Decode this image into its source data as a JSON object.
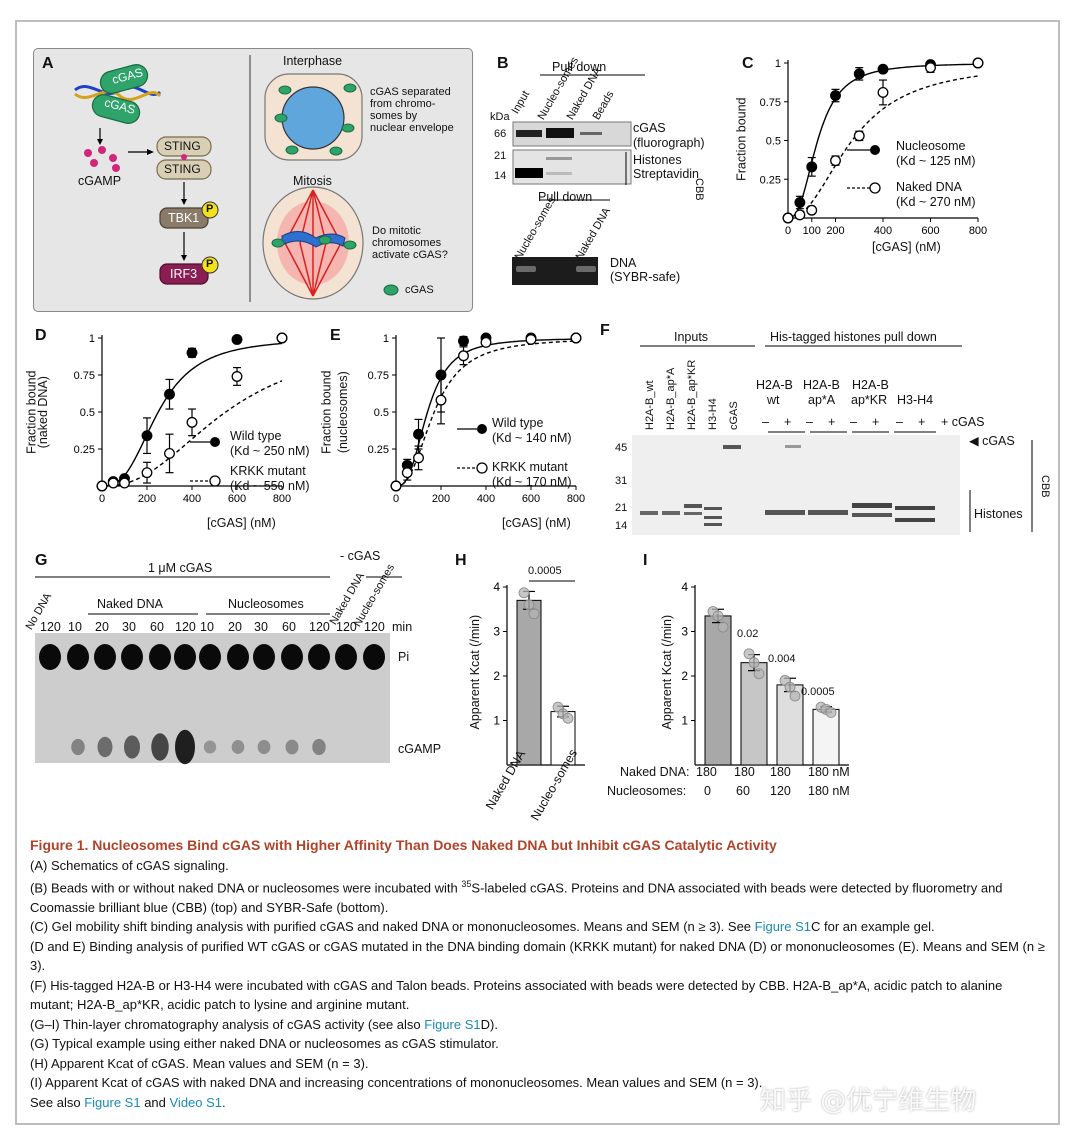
{
  "panelA": {
    "label": "A",
    "cgas_blob": "cGAS",
    "cgamp": "cGAMP",
    "sting": "STING",
    "tbk1": "TBK1",
    "irf3": "IRF3",
    "p": "P",
    "interphase": "Interphase",
    "interphase_note": [
      "cGAS separated",
      "from chromo-",
      "somes by",
      "nuclear envelope"
    ],
    "mitosis": "Mitosis",
    "mitosis_note": [
      "Do mitotic",
      "chromosomes",
      "activate cGAS?"
    ],
    "legend": "cGAS"
  },
  "panelB": {
    "label": "B",
    "pulldown": "Pull down",
    "cols": [
      "Input",
      "Nucleo-somes",
      "Naked DNA",
      "Beads"
    ],
    "kda": "kDa",
    "markers": [
      "66",
      "21",
      "14"
    ],
    "r1": [
      "cGAS",
      "(fluorograph)"
    ],
    "r2": "Histones",
    "r3": "Streptavidin",
    "cbb": "CBB",
    "pulldown2": "Pull down",
    "cols2": [
      "Nucleo-somes",
      "Naked DNA"
    ],
    "dna": [
      "DNA",
      "(SYBR-safe)"
    ]
  },
  "panelC": {
    "label": "C",
    "ylabel": "Fraction bound",
    "xlabel": "[cGAS] (nM)",
    "legend1": [
      "Nucleosome",
      "(Kd ~ 125 nM)"
    ],
    "legend2": [
      "Naked DNA",
      "(Kd ~ 270 nM)"
    ]
  },
  "panelD": {
    "label": "D",
    "ylabel": [
      "Fraction bound",
      "(naked DNA)"
    ],
    "xlabel": "[cGAS] (nM)",
    "legend1": [
      "Wild type",
      "(Kd ~ 250 nM)"
    ],
    "legend2": [
      "KRKK mutant",
      "(Kd ~ 550 nM)"
    ]
  },
  "panelE": {
    "label": "E",
    "ylabel": [
      "Fraction bound",
      "(nucleosomes)"
    ],
    "xlabel": "[cGAS] (nM)",
    "legend1": [
      "Wild type",
      "(Kd ~ 140 nM)"
    ],
    "legend2": [
      "KRKK mutant",
      "(Kd ~ 170 nM)"
    ]
  },
  "panelF": {
    "label": "F",
    "inputs": "Inputs",
    "pulldown": "His-tagged histones pull down",
    "input_lanes": [
      "H2A-B_wt",
      "H2A-B_ap*A",
      "H2A-B_ap*KR",
      "H3-H4",
      "cGAS"
    ],
    "groups": [
      [
        "H2A-B",
        "wt"
      ],
      [
        "H2A-B",
        "ap*A"
      ],
      [
        "H2A-B",
        "ap*KR"
      ],
      [
        "H3-H4",
        ""
      ]
    ],
    "minus": "–",
    "plus": "+",
    "cgas_sign": "+ cGAS",
    "markers": [
      "45",
      "31",
      "21",
      "14"
    ],
    "cgas_arrow": "◀ cGAS",
    "histones": "Histones",
    "cbb": "CBB"
  },
  "panelG": {
    "label": "G",
    "um_cgas": "1 μM cGAS",
    "no_cgas": "- cGAS",
    "no_dna": "No DNA",
    "naked": "Naked DNA",
    "nucleo": "Nucleosomes",
    "naked2": "Naked DNA",
    "nucleo2": "Nucleo-somes",
    "times": [
      "120",
      "10",
      "20",
      "30",
      "60",
      "120",
      "10",
      "20",
      "30",
      "60",
      "120",
      "120",
      "120"
    ],
    "min": "min",
    "pi": "Pi",
    "cgamp": "cGAMP"
  },
  "panelH": {
    "label": "H",
    "pvalue": "0.0005",
    "ylabel": "Apparent Kcat (/min)",
    "cats": [
      "Naked DNA",
      "Nucleo-somes"
    ]
  },
  "panelI": {
    "label": "I",
    "ylabel": "Apparent Kcat (/min)",
    "pvalues": [
      "0.02",
      "0.004",
      "0.0005"
    ],
    "row1_label": "Naked DNA:",
    "row1": [
      "180",
      "180",
      "180",
      "180 nM"
    ],
    "row2_label": "Nucleosomes:",
    "row2": [
      "0",
      "60",
      "120",
      "180 nM"
    ]
  },
  "chart_data": [
    {
      "type": "scatter",
      "panel": "C",
      "xlabel": "[cGAS] (nM)",
      "ylabel": "Fraction bound",
      "xlim": [
        0,
        800
      ],
      "ylim": [
        0,
        1
      ],
      "xticks": [
        0,
        100,
        200,
        400,
        600,
        800
      ],
      "yticks": [
        0.25,
        0.5,
        0.75,
        1
      ],
      "series": [
        {
          "name": "Nucleosome",
          "x": [
            0,
            50,
            100,
            200,
            300,
            400,
            600,
            800
          ],
          "y": [
            0,
            0.1,
            0.33,
            0.79,
            0.93,
            0.96,
            0.99,
            1.0
          ],
          "err": [
            0,
            0.04,
            0.06,
            0.04,
            0.04,
            0.02,
            0.02,
            0
          ]
        },
        {
          "name": "Naked DNA",
          "x": [
            0,
            50,
            100,
            200,
            300,
            400,
            600,
            800
          ],
          "y": [
            0,
            0.02,
            0.05,
            0.37,
            0.53,
            0.81,
            0.97,
            1.0
          ],
          "err": [
            0,
            0.02,
            0.02,
            0.03,
            0.03,
            0.08,
            0.03,
            0
          ]
        }
      ]
    },
    {
      "type": "scatter",
      "panel": "D",
      "xlabel": "[cGAS] (nM)",
      "ylabel": "Fraction bound (naked DNA)",
      "xlim": [
        0,
        800
      ],
      "ylim": [
        0,
        1
      ],
      "xticks": [
        0,
        200,
        400,
        600,
        800
      ],
      "yticks": [
        0.25,
        0.5,
        0.75,
        1
      ],
      "series": [
        {
          "name": "Wild type",
          "x": [
            0,
            50,
            100,
            200,
            300,
            400,
            600,
            800
          ],
          "y": [
            0,
            0.03,
            0.05,
            0.34,
            0.62,
            0.9,
            0.99,
            1.0
          ],
          "err": [
            0,
            0.02,
            0.02,
            0.12,
            0.1,
            0.03,
            0.02,
            0
          ]
        },
        {
          "name": "KRKK mutant",
          "x": [
            0,
            50,
            100,
            200,
            300,
            400,
            600,
            800
          ],
          "y": [
            0,
            0.02,
            0.02,
            0.09,
            0.22,
            0.43,
            0.74,
            1.0
          ],
          "err": [
            0,
            0.02,
            0.02,
            0.07,
            0.13,
            0.09,
            0.06,
            0
          ]
        }
      ]
    },
    {
      "type": "scatter",
      "panel": "E",
      "xlabel": "[cGAS] (nM)",
      "ylabel": "Fraction bound (nucleosomes)",
      "xlim": [
        0,
        800
      ],
      "ylim": [
        0,
        1
      ],
      "xticks": [
        0,
        200,
        400,
        600,
        800
      ],
      "yticks": [
        0.25,
        0.5,
        0.75,
        1
      ],
      "series": [
        {
          "name": "Wild type",
          "x": [
            0,
            50,
            100,
            200,
            300,
            400,
            600,
            800
          ],
          "y": [
            0,
            0.14,
            0.35,
            0.75,
            0.98,
            1.0,
            1.0,
            1.0
          ],
          "err": [
            0,
            0.04,
            0.1,
            0.25,
            0.03,
            0.01,
            0.01,
            0
          ]
        },
        {
          "name": "KRKK mutant",
          "x": [
            0,
            50,
            100,
            200,
            300,
            400,
            600,
            800
          ],
          "y": [
            0,
            0.09,
            0.19,
            0.58,
            0.88,
            0.97,
            0.99,
            1.0
          ],
          "err": [
            0,
            0.05,
            0.08,
            0.16,
            0.06,
            0.02,
            0.01,
            0
          ]
        }
      ]
    },
    {
      "type": "bar",
      "panel": "H",
      "categories": [
        "Naked DNA",
        "Nucleo-somes"
      ],
      "values": [
        3.7,
        1.2
      ],
      "err": [
        0.2,
        0.12
      ],
      "points": [
        [
          3.87,
          3.6,
          3.4
        ],
        [
          1.3,
          1.15,
          1.05
        ]
      ],
      "ylabel": "Apparent Kcat (/min)",
      "ylim": [
        0,
        4
      ],
      "yticks": [
        1,
        2,
        3,
        4
      ]
    },
    {
      "type": "bar",
      "panel": "I",
      "categories": [
        "0",
        "60",
        "120",
        "180"
      ],
      "values": [
        3.35,
        2.3,
        1.8,
        1.25
      ],
      "err": [
        0.15,
        0.18,
        0.15,
        0.06
      ],
      "points": [
        [
          3.45,
          3.35,
          3.1
        ],
        [
          2.5,
          2.3,
          2.05
        ],
        [
          1.9,
          1.75,
          1.55
        ],
        [
          1.3,
          1.25,
          1.18
        ]
      ],
      "ylabel": "Apparent Kcat (/min)",
      "ylim": [
        0,
        4
      ],
      "yticks": [
        1,
        2,
        3,
        4
      ]
    }
  ],
  "caption": {
    "title": "Figure 1.  Nucleosomes Bind cGAS with Higher Affinity Than Does Naked DNA but Inhibit cGAS Catalytic Activity",
    "a": "(A) Schematics of cGAS signaling.",
    "b1": "(B) Beads with or without naked DNA or nucleosomes were incubated with ",
    "b_sup": "35",
    "b2": "S-labeled cGAS. Proteins and DNA associated with beads were detected by fluorometry and Coomassie brilliant blue (CBB) (top) and SYBR-Safe (bottom).",
    "c1": "(C) Gel mobility shift binding analysis with purified cGAS and naked DNA or mononucleosomes. Means and SEM (n ≥ 3). See ",
    "c_link": "Figure S1",
    "c2": "C for an example gel.",
    "de": "(D and E) Binding analysis of purified WT cGAS or cGAS mutated in the DNA binding domain (KRKK mutant) for naked DNA (D) or mononucleosomes (E). Means and SEM (n ≥ 3).",
    "f": "(F) His-tagged H2A-B or H3-H4 were incubated with cGAS and Talon beads. Proteins associated with beads were detected by CBB. H2A-B_ap*A, acidic patch to alanine mutant; H2A-B_ap*KR, acidic patch to lysine and arginine mutant.",
    "gi1": "(G–I) Thin-layer chromatography analysis of cGAS activity (see also ",
    "gi_link": "Figure S1",
    "gi2": "D).",
    "g": "(G) Typical example using either naked DNA or nucleosomes as cGAS stimulator.",
    "h": "(H) Apparent Kcat of cGAS. Mean values and SEM (n = 3).",
    "i": "(I) Apparent Kcat of cGAS with naked DNA and increasing concentrations of mononucleosomes. Mean values and SEM (n = 3).",
    "see1": "See also ",
    "see_link1": "Figure S1",
    "see2": " and ",
    "see_link2": "Video S1",
    "see3": "."
  },
  "watermark": "知乎 @优宁维生物"
}
